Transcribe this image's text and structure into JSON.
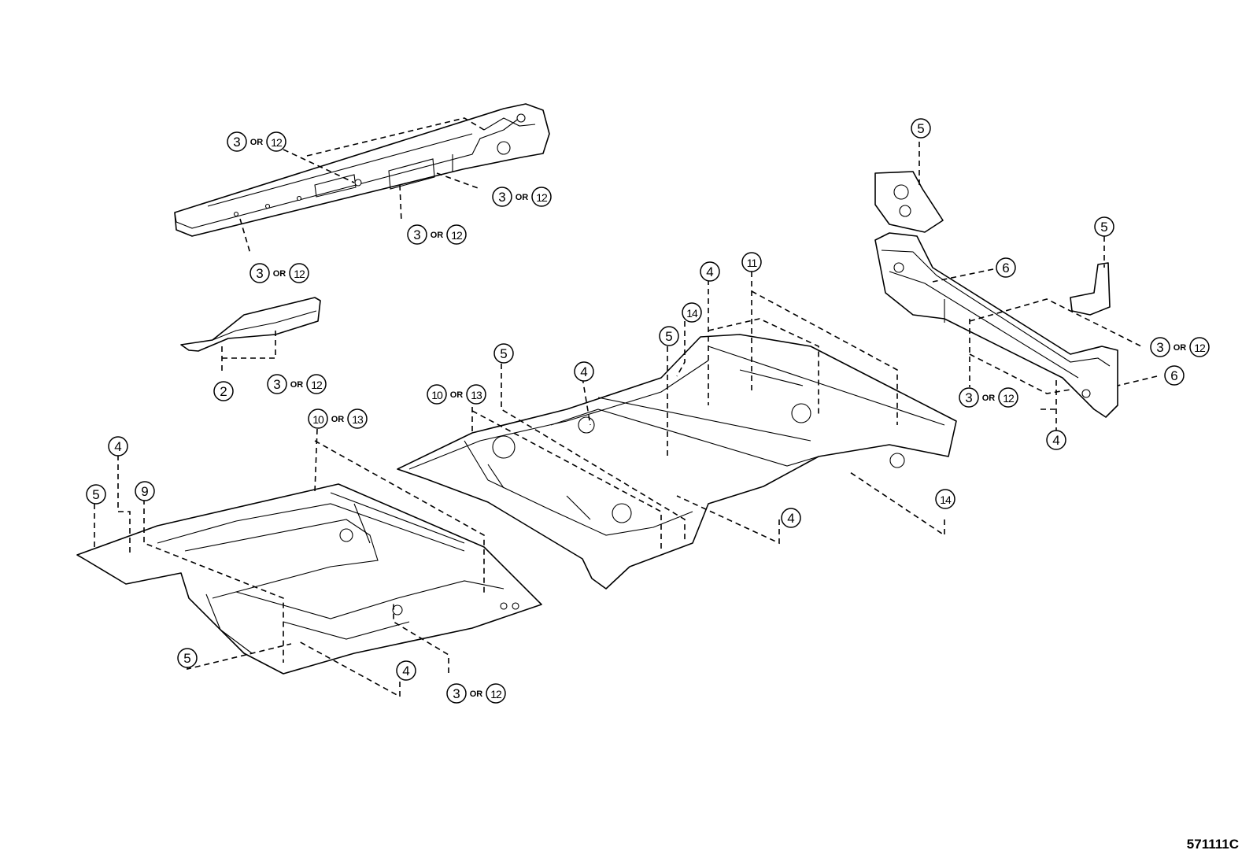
{
  "figure_code": "571111C",
  "connector_word": "OR",
  "callouts": [
    {
      "id": "c1",
      "a": "3",
      "b": "12"
    },
    {
      "id": "c2",
      "a": "3",
      "b": "12"
    },
    {
      "id": "c3",
      "a": "3",
      "b": "12"
    },
    {
      "id": "c4",
      "a": "3",
      "b": "12"
    },
    {
      "id": "c5",
      "a": "2"
    },
    {
      "id": "c6",
      "a": "3",
      "b": "12"
    },
    {
      "id": "c7",
      "a": "10",
      "b": "13"
    },
    {
      "id": "c8",
      "a": "4"
    },
    {
      "id": "c9",
      "a": "5"
    },
    {
      "id": "c10",
      "a": "9"
    },
    {
      "id": "c11",
      "a": "5"
    },
    {
      "id": "c12",
      "a": "4"
    },
    {
      "id": "c13",
      "a": "3",
      "b": "12"
    },
    {
      "id": "c14",
      "a": "10",
      "b": "13"
    },
    {
      "id": "c15",
      "a": "5"
    },
    {
      "id": "c16",
      "a": "4"
    },
    {
      "id": "c17",
      "a": "5"
    },
    {
      "id": "c18",
      "a": "14"
    },
    {
      "id": "c19",
      "a": "4"
    },
    {
      "id": "c20",
      "a": "11"
    },
    {
      "id": "c21",
      "a": "4"
    },
    {
      "id": "c22",
      "a": "14"
    },
    {
      "id": "c23",
      "a": "5"
    },
    {
      "id": "c24",
      "a": "6"
    },
    {
      "id": "c25",
      "a": "5"
    },
    {
      "id": "c26",
      "a": "3",
      "b": "12"
    },
    {
      "id": "c27",
      "a": "6"
    },
    {
      "id": "c28",
      "a": "3",
      "b": "12"
    },
    {
      "id": "c29",
      "a": "4"
    }
  ]
}
